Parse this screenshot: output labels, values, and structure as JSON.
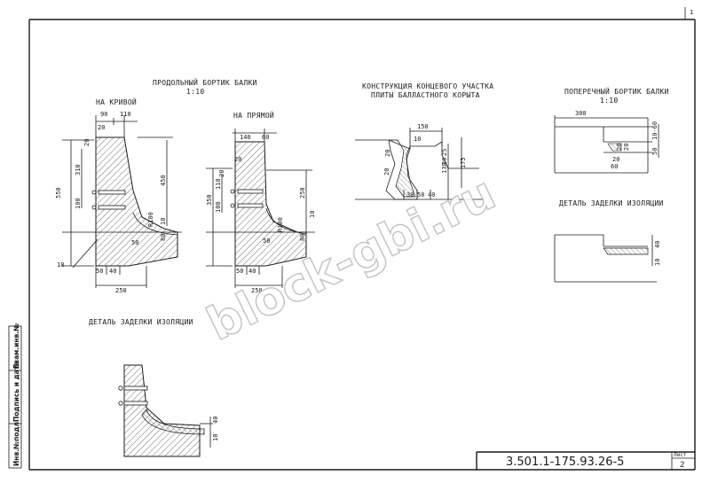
{
  "sheet": {
    "corner_number": "1",
    "code": "3.501.1-175.93.26-5",
    "sheet_label": "Лист",
    "sheet_number": "2"
  },
  "side_stamp": {
    "inv_no": "Инв.№подл",
    "signature_date": "Подпись и дата",
    "replaced_inv": "Взам.инв.№"
  },
  "titles": {
    "longitudinal": "ПРОДОЛЬНЫЙ БОРТИК БАЛКИ",
    "longitudinal_scale": "1:10",
    "on_curve": "НА КРИВОЙ",
    "on_straight": "НА ПРЯМОЙ",
    "end_section_line1": "КОНСТРУКЦИЯ КОНЦЕВОГО УЧАСТКА",
    "end_section_line2": "ПЛИТЫ БАЛЛАСТНОГО КОРЫТА",
    "transverse": "ПОПЕРЕЧНЫЙ БОРТИК БАЛКИ",
    "transverse_scale": "1:10",
    "insulation_detail_left": "ДЕТАЛЬ ЗАДЕЛКИ ИЗОЛЯЦИИ",
    "insulation_detail_right": "ДЕТАЛЬ ЗАДЕЛКИ ИЗОЛЯЦИИ"
  },
  "dims_curve": {
    "top_a": "90",
    "top_b": "110",
    "d20a": "20",
    "d20b": "20",
    "h550": "550",
    "h310": "310",
    "h100": "100",
    "h450": "450",
    "r100": "R100",
    "d10": "10",
    "d80": "80",
    "d50": "50",
    "b50": "50",
    "b40": "40",
    "b250": "250",
    "leader": "18"
  },
  "dims_straight": {
    "top140": "140",
    "top60": "60",
    "d20": "20",
    "d20b": "20",
    "h350": "350",
    "h110": "110",
    "h100": "100",
    "h250": "250",
    "r100": "R100",
    "d10": "10",
    "d80": "80",
    "d50": "50",
    "b50": "50",
    "b40": "40",
    "b250": "250"
  },
  "dims_end": {
    "top150": "150",
    "d10": "10",
    "d25": "25",
    "d20a": "20",
    "d20b": "20",
    "d20c": "20",
    "h175": "175",
    "h130": "130",
    "b30": "30",
    "b50": "50",
    "b40": "40"
  },
  "dims_transverse": {
    "w300": "300",
    "d10_60": "10-60",
    "d20": "20",
    "d20b": "20",
    "d50": "50",
    "d20c": "20",
    "d60": "60"
  },
  "dims_detail_right": {
    "d40": "40",
    "d10": "10"
  },
  "dims_detail_left": {
    "d40": "40",
    "d10": "10"
  },
  "watermark": "block-gbi.ru"
}
